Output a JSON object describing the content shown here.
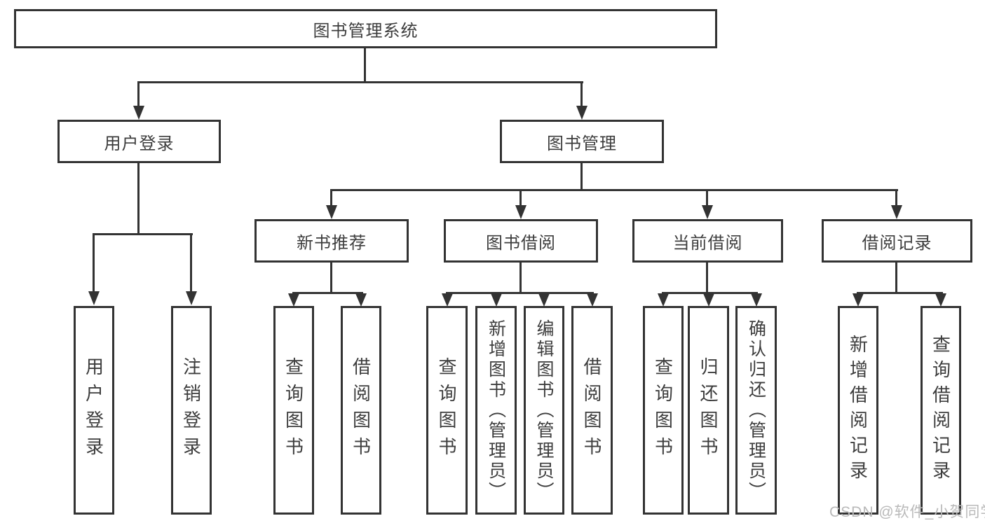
{
  "diagram_type": "hierarchy-tree",
  "watermark": "CSDN @软件_小贺同学",
  "tree": {
    "label": "图书管理系统",
    "children": [
      {
        "label": "用户登录",
        "children": [
          {
            "label": "用户登录"
          },
          {
            "label": "注销登录"
          }
        ]
      },
      {
        "label": "图书管理",
        "children": [
          {
            "label": "新书推荐",
            "children": [
              {
                "label": "查询图书"
              },
              {
                "label": "借阅图书"
              }
            ]
          },
          {
            "label": "图书借阅",
            "children": [
              {
                "label": "查询图书"
              },
              {
                "label": "新增图书（管理员）"
              },
              {
                "label": "编辑图书（管理员）"
              },
              {
                "label": "借阅图书"
              }
            ]
          },
          {
            "label": "当前借阅",
            "children": [
              {
                "label": "查询图书"
              },
              {
                "label": "归还图书"
              },
              {
                "label": "确认归还（管理员）"
              }
            ]
          },
          {
            "label": "借阅记录",
            "children": [
              {
                "label": "新增借阅记录"
              },
              {
                "label": "查询借阅记录"
              }
            ]
          }
        ]
      }
    ]
  }
}
